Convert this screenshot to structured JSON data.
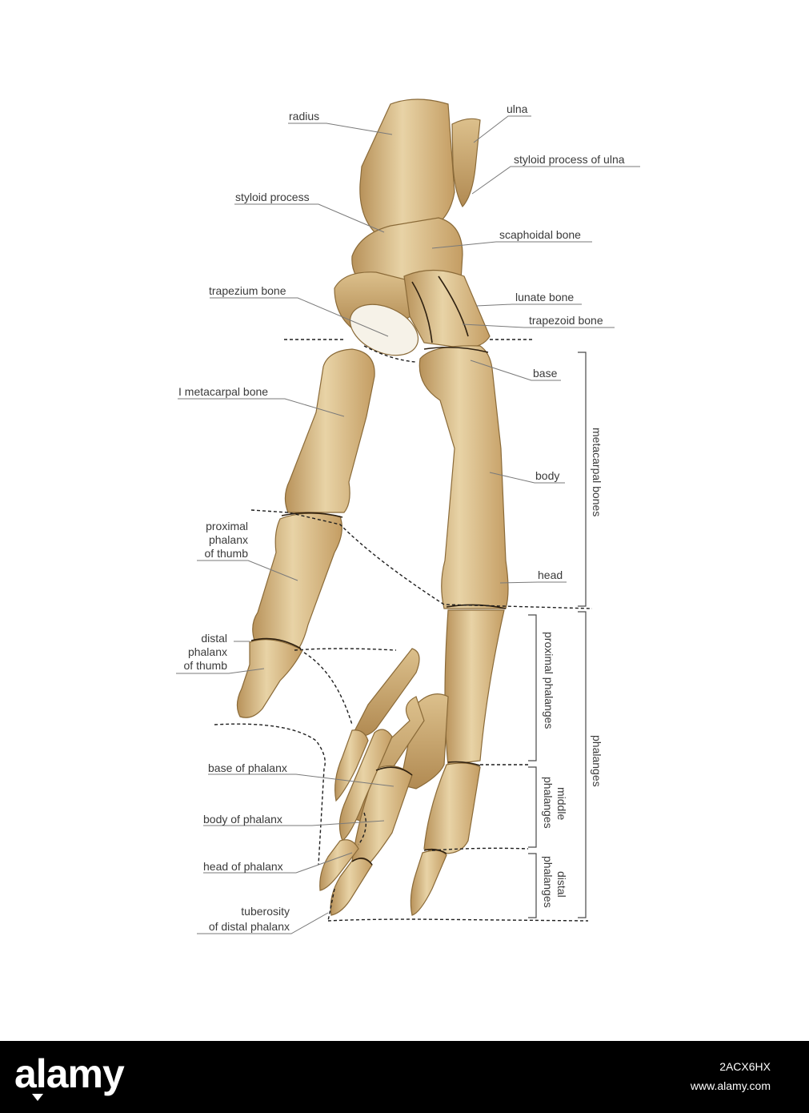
{
  "labels": {
    "radius": "radius",
    "ulna": "ulna",
    "styloid_ulna": "styloid process of ulna",
    "styloid_process": "styloid process",
    "scaphoidal": "scaphoidal bone",
    "trapezium": "trapezium bone",
    "lunate": "lunate bone",
    "trapezoid": "trapezoid bone",
    "base": "base",
    "metacarpal_1": "I metacarpal bone",
    "body": "body",
    "proximal_thumb": [
      "proximal",
      "phalanx",
      "of thumb"
    ],
    "head": "head",
    "distal_thumb": [
      "distal",
      "phalanx",
      "of thumb"
    ],
    "base_of_phalanx": "base of phalanx",
    "body_of_phalanx": "body of phalanx",
    "head_of_phalanx": "head of phalanx",
    "tuberosity": [
      "tuberosity",
      "of distal phalanx"
    ]
  },
  "groups": {
    "metacarpal_bones": "metacarpal bones",
    "proximal_phalanges": "proximal phalanges",
    "middle_phalanges": [
      "middle",
      "phalanges"
    ],
    "distal_phalanges": [
      "distal",
      "phalanges"
    ],
    "phalanges": "phalanges"
  },
  "footer": {
    "brand": "alamy",
    "image_id": "2ACX6HX",
    "site": "www.alamy.com",
    "brand_icon": "alamy-logo-triangle-icon"
  },
  "colors": {
    "bone_light": "#e8d3a6",
    "bone_dark": "#b8925a",
    "cartilage": "#f6f2e8",
    "text": "#3a3a3a",
    "footer_bg": "#000000"
  }
}
